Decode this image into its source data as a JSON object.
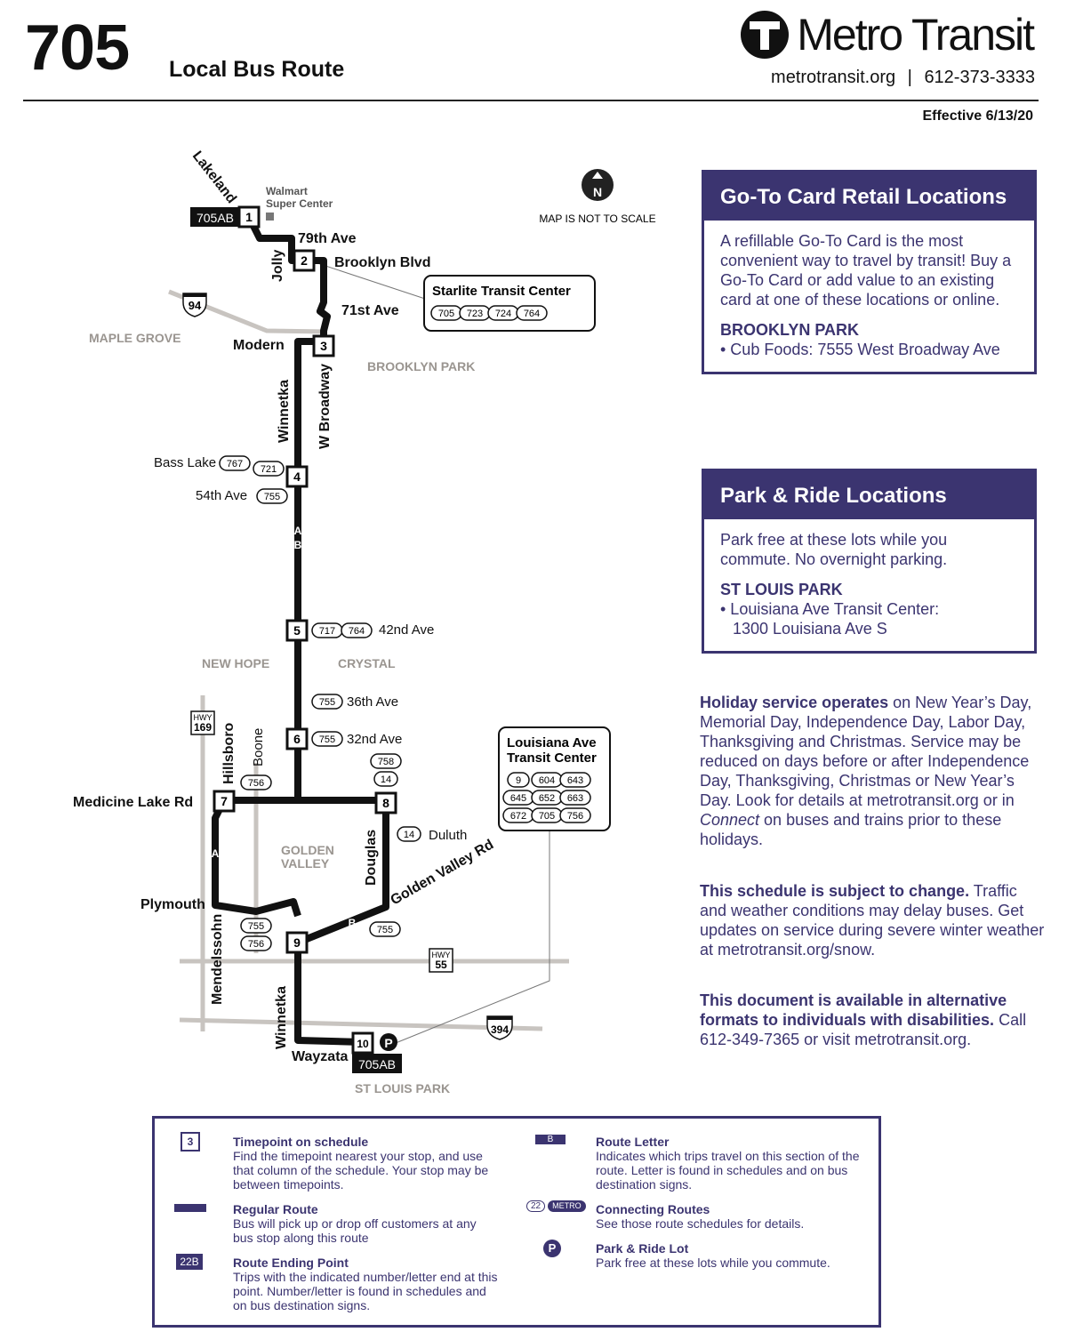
{
  "header": {
    "route_number": "705",
    "route_type": "Local Bus Route",
    "brand": "Metro Transit",
    "website": "metrotransit.org",
    "phone": "612-373-3333",
    "effective": "Effective 6/13/20"
  },
  "map": {
    "north_label": "N",
    "not_to_scale": "MAP IS NOT TO SCALE",
    "terminal_top": "705AB",
    "terminal_bottom": "705AB",
    "timepoints": [
      "1",
      "2",
      "3",
      "4",
      "5",
      "6",
      "7",
      "8",
      "9",
      "10"
    ],
    "areas": {
      "maple_grove": "MAPLE GROVE",
      "brooklyn_park": "BROOKLYN PARK",
      "new_hope": "NEW HOPE",
      "crystal": "CRYSTAL",
      "golden_valley_1": "GOLDEN",
      "golden_valley_2": "VALLEY",
      "st_louis_park": "ST LOUIS PARK"
    },
    "streets": {
      "lakeland": "Lakeland",
      "walmart_1": "Walmart",
      "walmart_2": "Super Center",
      "ave79": "79th Ave",
      "jolly": "Jolly",
      "brooklyn_blvd": "Brooklyn Blvd",
      "ave71": "71st Ave",
      "modern": "Modern",
      "winnetka": "Winnetka",
      "w_broadway": "W Broadway",
      "bass_lake": "Bass Lake",
      "ave54": "54th Ave",
      "ave42": "42nd Ave",
      "ave36": "36th Ave",
      "ave32": "32nd Ave",
      "medicine_lake": "Medicine Lake Rd",
      "hillsboro": "Hillsboro",
      "boone": "Boone",
      "duluth": "Duluth",
      "douglas": "Douglas",
      "golden_valley_rd": "Golden Valley Rd",
      "plymouth": "Plymouth",
      "mendelssohn": "Mendelssohn",
      "winnetka_south": "Winnetka",
      "wayzata": "Wayzata"
    },
    "highways": {
      "i94": "94",
      "hwy169_label": "HWY",
      "hwy169": "169",
      "hwy55_label": "HWY",
      "hwy55": "55",
      "i394": "394"
    },
    "route_letters": {
      "ab_1": "A",
      "ab_2": "B",
      "a_west": "A",
      "b_gv": "B"
    },
    "connections": {
      "bass_lake": [
        "767",
        "721"
      ],
      "ave54": [
        "755"
      ],
      "ave42": [
        "717",
        "764"
      ],
      "ave36": [
        "755"
      ],
      "ave32": [
        "755"
      ],
      "boone": [
        "756"
      ],
      "douglas_north": [
        "758",
        "14"
      ],
      "duluth": [
        "14"
      ],
      "plymouth": [
        "755",
        "756"
      ],
      "golden_valley": [
        "755"
      ]
    },
    "starlite": {
      "name": "Starlite Transit Center",
      "routes": [
        "705",
        "723",
        "724",
        "764"
      ]
    },
    "louisiana": {
      "name_1": "Louisiana Ave",
      "name_2": "Transit Center",
      "routes": [
        "9",
        "604",
        "643",
        "645",
        "652",
        "663",
        "672",
        "705",
        "756"
      ]
    },
    "park_ride_symbol": "P"
  },
  "gotocard": {
    "title": "Go-To Card Retail Locations",
    "body": "A refillable Go-To Card is the most convenient way to travel by transit! Buy a Go-To Card or add value to an existing card at one of these locations or online.",
    "city": "BROOKLYN PARK",
    "location": "• Cub Foods: 7555 West Broadway Ave"
  },
  "parkride": {
    "title": "Park & Ride Locations",
    "body": "Park free at these lots while you commute. No overnight parking.",
    "city": "ST LOUIS PARK",
    "location_1": "• Louisiana Ave Transit Center:",
    "location_2": "1300 Louisiana Ave S"
  },
  "notices": {
    "holiday_bold": "Holiday service operates",
    "holiday_text": " on New Year’s Day, Memorial Day, Independence Day, Labor Day, Thanksgiving and Christmas. Service may be reduced on days before or after Independence Day, Thanksgiving, Christmas or New Year’s Day. Look for details at metrotransit.org or in ",
    "holiday_italic": "Connect",
    "holiday_end": " on buses and trains prior to these holidays.",
    "change_bold": "This schedule is subject to change.",
    "change_text": " Traffic and weather conditions may delay buses. Get updates on service during severe winter weather at metrotransit.org/snow.",
    "alt_bold": "This document is available in alternative formats to individuals with disabilities.",
    "alt_text": " Call 612-349-7365 or visit metrotransit.org."
  },
  "legend": {
    "timepoint_icon": "3",
    "timepoint_title": "Timepoint on schedule",
    "timepoint_text": "Find the timepoint nearest your stop, and use that column of the schedule. Your stop may be between timepoints.",
    "regular_title": "Regular Route",
    "regular_text": "Bus will pick up or drop off customers at any bus stop along this route",
    "ending_icon": "22B",
    "ending_title": "Route Ending Point",
    "ending_text": "Trips with the indicated number/letter end at this point. Number/letter is found in schedules and on bus destination signs.",
    "letter_icon": "B",
    "letter_title": "Route Letter",
    "letter_text": "Indicates which trips travel on this section of the route. Letter is found in schedules and on bus destination signs.",
    "connecting_icon_1": "22",
    "connecting_icon_2": "METRO",
    "connecting_title": "Connecting Routes",
    "connecting_text": "See those route schedules for details.",
    "park_icon": "P",
    "park_title": "Park & Ride Lot",
    "park_text": "Park free at these lots while you commute."
  },
  "colors": {
    "purple": "#3b3470",
    "route": "#111111",
    "road": "#c8c4c0",
    "area_label": "#9a9590"
  }
}
